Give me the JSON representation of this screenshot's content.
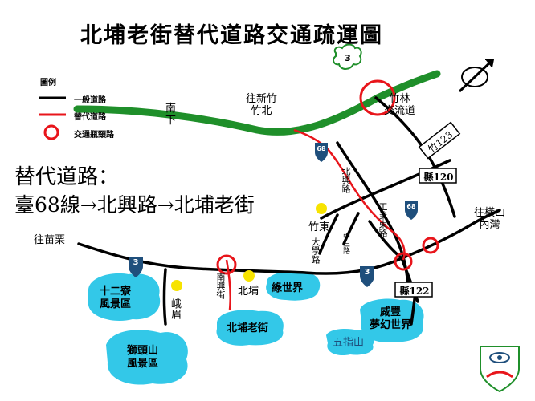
{
  "title": "北埔老街替代道路交通疏運圖",
  "legend": {
    "heading": "圖例",
    "general_road": "一般道路",
    "alternate_road": "替代道路",
    "bottleneck": "交通瓶頸路"
  },
  "alternate_route": {
    "title": "替代道路：",
    "route": "臺68線→北興路→北埔老街"
  },
  "directions": {
    "south": "南\n下",
    "to_xinzhu": "往新竹\n竹北",
    "to_zhulin": "竹林\n交流道",
    "to_miaoli": "往苗栗",
    "to_hengshan": "往橫山\n內灣"
  },
  "road_labels": {
    "county_120": "縣120",
    "county_122": "縣122",
    "zhu_123": "竹123",
    "route_3_top": "3",
    "route_3_left": "3",
    "route_3_right": "3",
    "route_68_a": "68",
    "route_68_b": "68",
    "beixing_road": "北興路",
    "industrial_east_road": "工業東路",
    "daxue_road": "大學路",
    "zhongsan_road": "中三路",
    "nanxing_street": "南興街"
  },
  "places": {
    "zhudong": "竹東",
    "emei": "峨眉",
    "beipu": "北埔",
    "green_world": "綠世界",
    "beipu_old_street": "北埔老街",
    "twelve_liao": "十二寮\n風景區",
    "shitoushan": "獅頭山\n風景區",
    "xianyi_dream": "威豐\n夢幻世界",
    "wuzhishan": "五指山"
  },
  "colors": {
    "general_road": "#000000",
    "alternate_road": "#e8151b",
    "highway_green": "#1f8f2a",
    "scenic_blob": "#33c8e8",
    "shield_fill": "#1f4f7c",
    "town_dot": "#f7e300"
  }
}
